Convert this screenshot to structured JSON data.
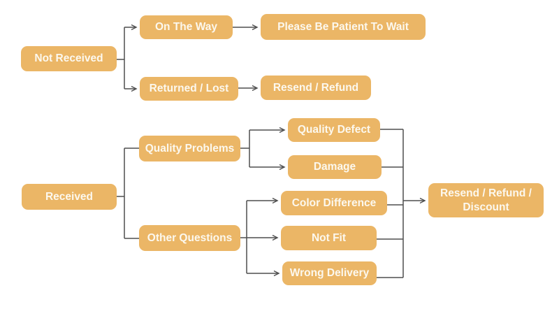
{
  "colors": {
    "node_fill": "#EBB666",
    "node_text": "#FCF8EE",
    "connector": "#4F4F4F",
    "background": "#FFFFFF"
  },
  "nodes": {
    "not_received": "Not Received",
    "on_the_way": "On The Way",
    "please_be_patient_to_wait": "Please Be Patient To Wait",
    "returned_lost": "Returned / Lost",
    "resend_refund": "Resend / Refund",
    "received": "Received",
    "quality_problems": "Quality Problems",
    "other_questions": "Other Questions",
    "quality_defect": "Quality Defect",
    "damage": "Damage",
    "color_difference": "Color Difference",
    "not_fit": "Not Fit",
    "wrong_delivery": "Wrong Delivery",
    "resend_refund_discount": "Resend / Refund / Discount"
  },
  "edges": [
    {
      "from": "not_received",
      "to": "on_the_way",
      "arrow": true
    },
    {
      "from": "not_received",
      "to": "returned_lost",
      "arrow": true
    },
    {
      "from": "on_the_way",
      "to": "please_be_patient_to_wait",
      "arrow": true
    },
    {
      "from": "returned_lost",
      "to": "resend_refund",
      "arrow": true
    },
    {
      "from": "received",
      "to": "quality_problems",
      "arrow": false
    },
    {
      "from": "received",
      "to": "other_questions",
      "arrow": false
    },
    {
      "from": "quality_problems",
      "to": "quality_defect",
      "arrow": true
    },
    {
      "from": "quality_problems",
      "to": "damage",
      "arrow": true
    },
    {
      "from": "other_questions",
      "to": "color_difference",
      "arrow": true
    },
    {
      "from": "other_questions",
      "to": "not_fit",
      "arrow": true
    },
    {
      "from": "other_questions",
      "to": "wrong_delivery",
      "arrow": true
    },
    {
      "from": "quality_defect",
      "to": "resend_refund_discount",
      "arrow": true
    },
    {
      "from": "damage",
      "to": "resend_refund_discount",
      "arrow": true
    },
    {
      "from": "color_difference",
      "to": "resend_refund_discount",
      "arrow": true
    },
    {
      "from": "not_fit",
      "to": "resend_refund_discount",
      "arrow": true
    },
    {
      "from": "wrong_delivery",
      "to": "resend_refund_discount",
      "arrow": true
    }
  ]
}
